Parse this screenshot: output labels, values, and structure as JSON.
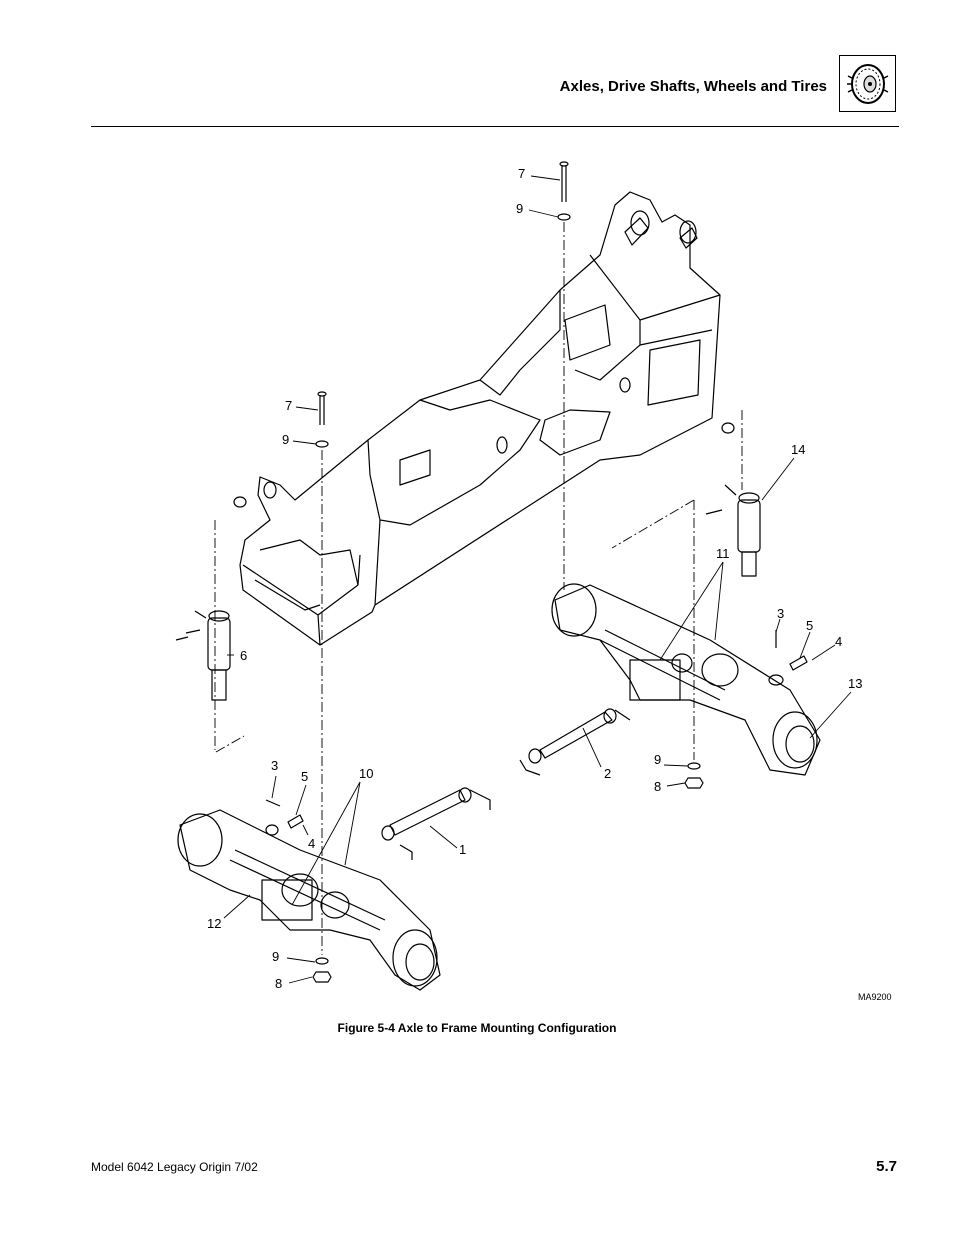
{
  "header": {
    "section_title": "Axles, Drive Shafts, Wheels and Tires",
    "icon": "tire-wheel-icon"
  },
  "figure": {
    "callouts": {
      "c7_top": "7",
      "c9_top": "9",
      "c7_left": "7",
      "c9_left": "9",
      "c14": "14",
      "c11": "11",
      "c3_right": "3",
      "c5_right": "5",
      "c4_right": "4",
      "c13": "13",
      "c6": "6",
      "c9_right": "9",
      "c8_right": "8",
      "c2": "2",
      "c3_left": "3",
      "c5_left": "5",
      "c10": "10",
      "c4_left": "4",
      "c1": "1",
      "c12": "12",
      "c9_bottom": "9",
      "c8_bottom": "8"
    },
    "reference_code": "MA9200",
    "caption": "Figure 5-4  Axle to Frame Mounting Configuration"
  },
  "footer": {
    "left": "Model  6042  Legacy    Origin  7/02",
    "page_number": "5.7"
  }
}
